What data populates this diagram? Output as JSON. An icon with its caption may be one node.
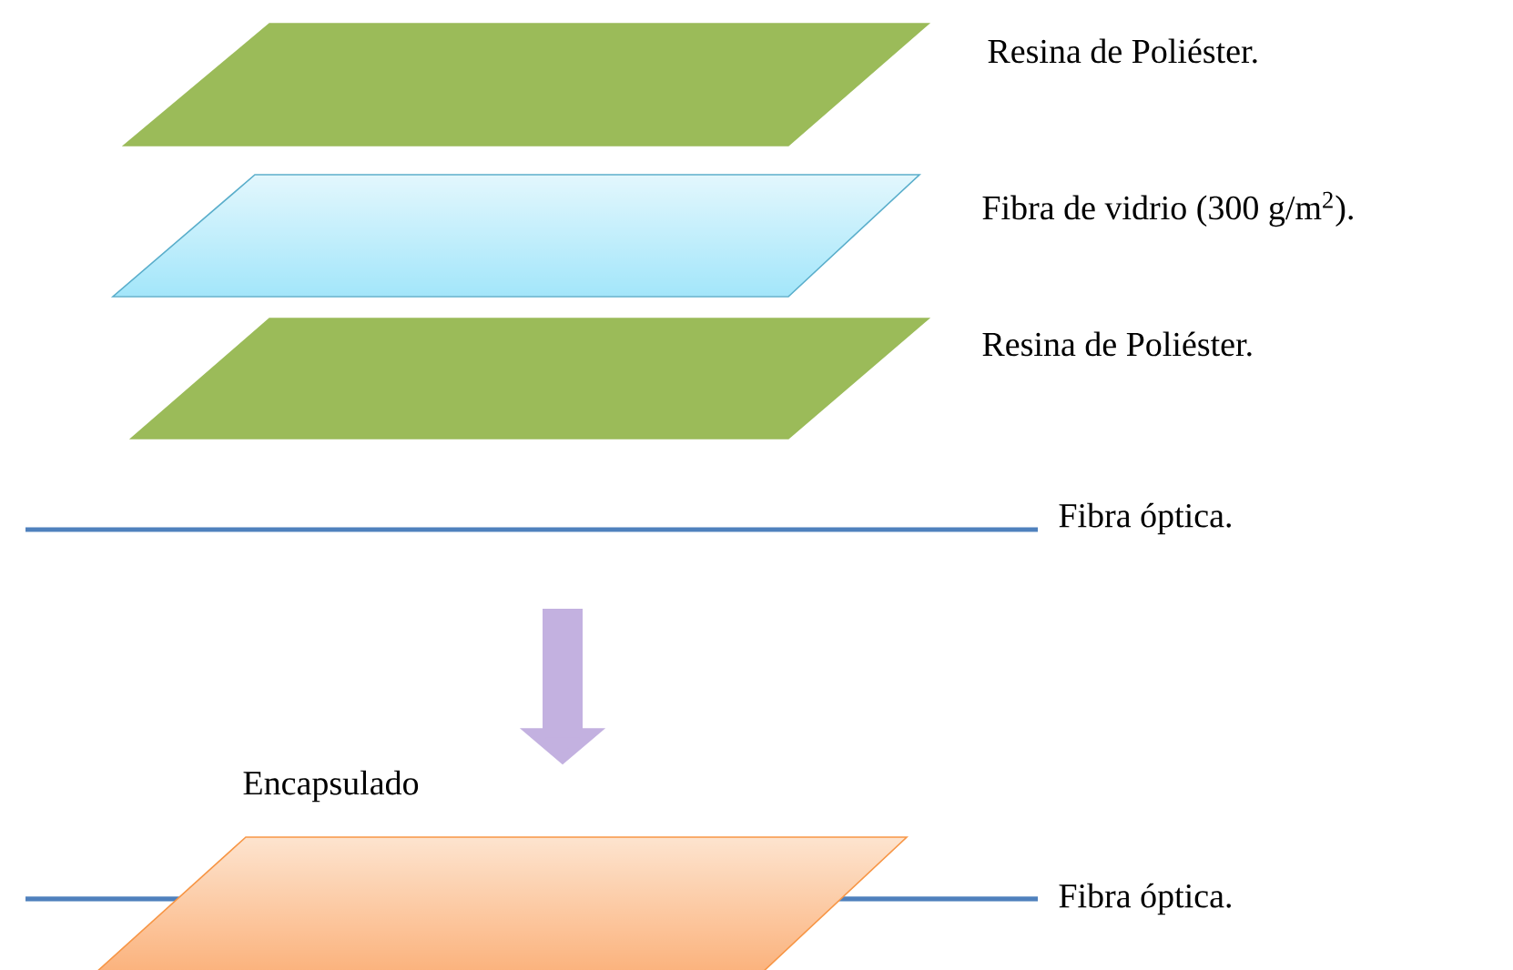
{
  "diagram": {
    "nodes": [
      {
        "text": [],
        "shape": "parallelogram",
        "beside": [
          "Resina de Poliéster."
        ]
      },
      {
        "text": [],
        "shape": "parallelogram",
        "beside": [
          "Fibra de vidrio (300 g/m$^{2}$)."
        ]
      },
      {
        "text": [],
        "shape": "parallelogram",
        "beside": [
          "Resina de Poliéster."
        ]
      },
      {
        "text": [],
        "shape": "line",
        "beside": [
          "Fibra óptica."
        ]
      },
      {
        "text": [
          "Encapsulado"
        ]
      },
      {
        "text": [],
        "shape": "line",
        "beside": [
          "Fibra óptica."
        ]
      }
    ],
    "edges": [
      {
        "from": 3,
        "to": 4,
        "arrow": "to"
      }
    ]
  }
}
